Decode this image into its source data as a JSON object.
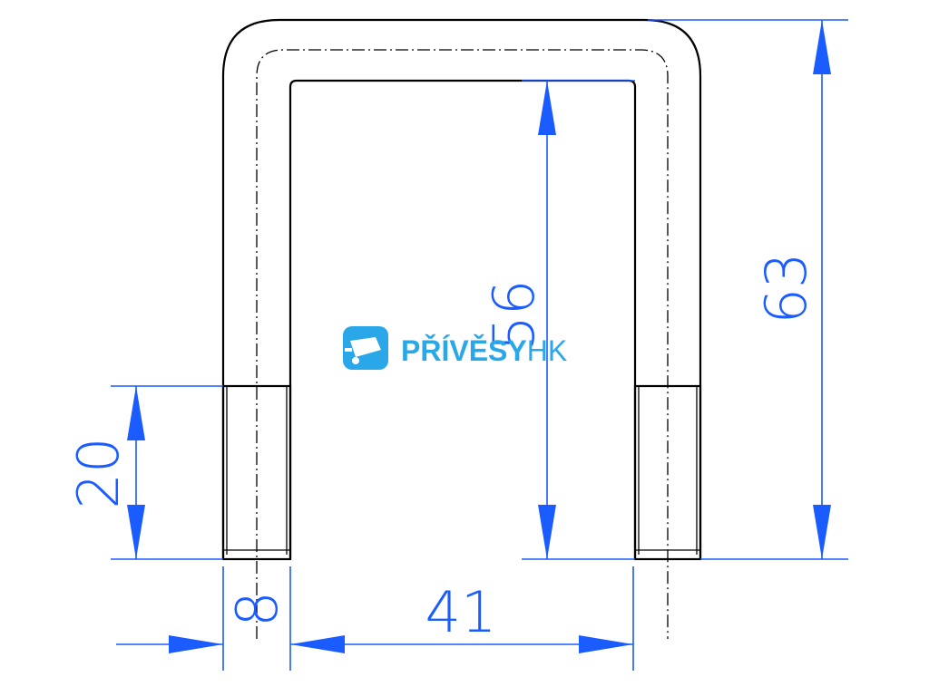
{
  "dimensions": {
    "width": "41",
    "thread_diameter": "8",
    "thread_length": "20",
    "inner_height": "56",
    "total_height": "63"
  },
  "logo": {
    "text_main": "PŘÍVĚSY",
    "text_suffix": "HK",
    "icon": "trailer-icon",
    "color": "#2aa7e8"
  },
  "colors": {
    "dimension": "#1a5cff",
    "outline": "#000000"
  }
}
